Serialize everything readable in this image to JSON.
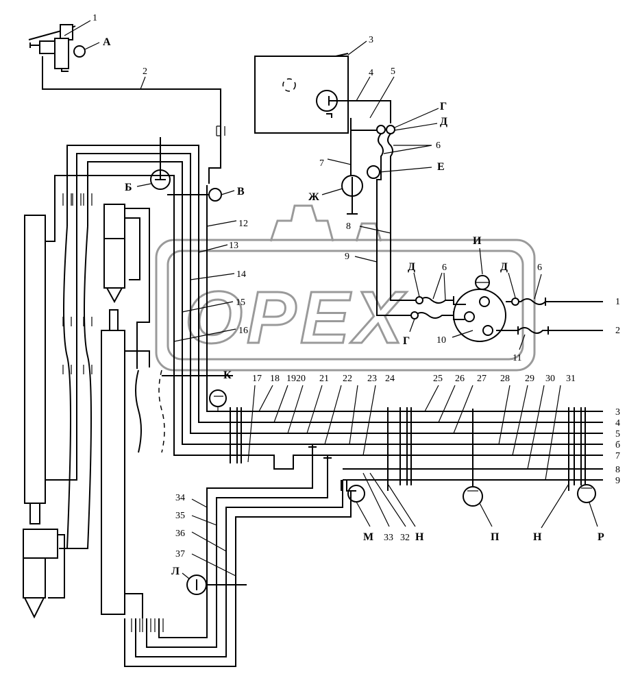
{
  "watermark": {
    "text": "OPEX"
  },
  "labels": {
    "n1": "1",
    "A": "А",
    "n2": "2",
    "n3": "3",
    "n4": "4",
    "n5": "5",
    "G1": "Г",
    "D1": "Д",
    "n6a": "6",
    "n7": "7",
    "E": "Е",
    "Zh": "Ж",
    "B": "Б",
    "V": "В",
    "n8": "8",
    "n12": "12",
    "n13": "13",
    "n14": "14",
    "n15": "15",
    "n16": "16",
    "n9": "9",
    "I": "И",
    "D2": "Д",
    "n6b": "6",
    "D3": "Д",
    "n6c": "6",
    "G2": "Г",
    "n10": "10",
    "n11": "11",
    "K": "К",
    "n17": "17",
    "n18": "18",
    "n1920": "1920",
    "n21": "21",
    "n22": "22",
    "n23": "23",
    "n24": "24",
    "n25": "25",
    "n26": "26",
    "n27": "27",
    "n28": "28",
    "n29": "29",
    "n30": "30",
    "n31": "31",
    "n34": "34",
    "n35": "35",
    "n36": "36",
    "n37": "37",
    "L": "Л",
    "M": "М",
    "n33": "33",
    "n32": "32",
    "H1": "Н",
    "P1": "П",
    "H2": "Н",
    "R": "Р"
  },
  "right_terminals": [
    "1",
    "2",
    "3",
    "4",
    "5",
    "б",
    "7",
    "8",
    "9"
  ]
}
